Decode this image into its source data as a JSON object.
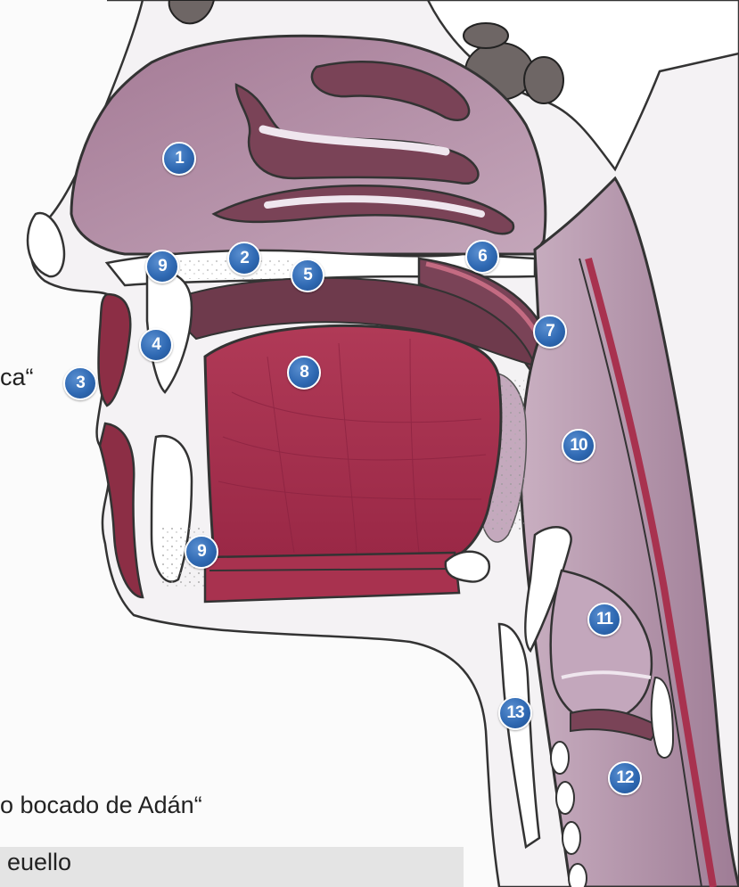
{
  "diagram": {
    "markers": [
      {
        "id": "1",
        "label": "1"
      },
      {
        "id": "2",
        "label": "2"
      },
      {
        "id": "3",
        "label": "3"
      },
      {
        "id": "4",
        "label": "4"
      },
      {
        "id": "5",
        "label": "5"
      },
      {
        "id": "6",
        "label": "6"
      },
      {
        "id": "7",
        "label": "7"
      },
      {
        "id": "8",
        "label": "8"
      },
      {
        "id": "9a",
        "label": "9"
      },
      {
        "id": "9b",
        "label": "9"
      },
      {
        "id": "10",
        "label": "10"
      },
      {
        "id": "11",
        "label": "11"
      },
      {
        "id": "12",
        "label": "12"
      },
      {
        "id": "13",
        "label": "13"
      }
    ],
    "captions": {
      "boca": "ca“",
      "bocado": "o bocado de Adán“",
      "cuello": "euello"
    },
    "colors": {
      "nasal_cavity": "#b48ea6",
      "tongue": "#a8324f",
      "pharynx": "#a988a3",
      "dark_tissue": "#6e3a4c",
      "marker": "#2f69b3",
      "bone": "#ffffff",
      "background": "#fbfbfb"
    }
  }
}
